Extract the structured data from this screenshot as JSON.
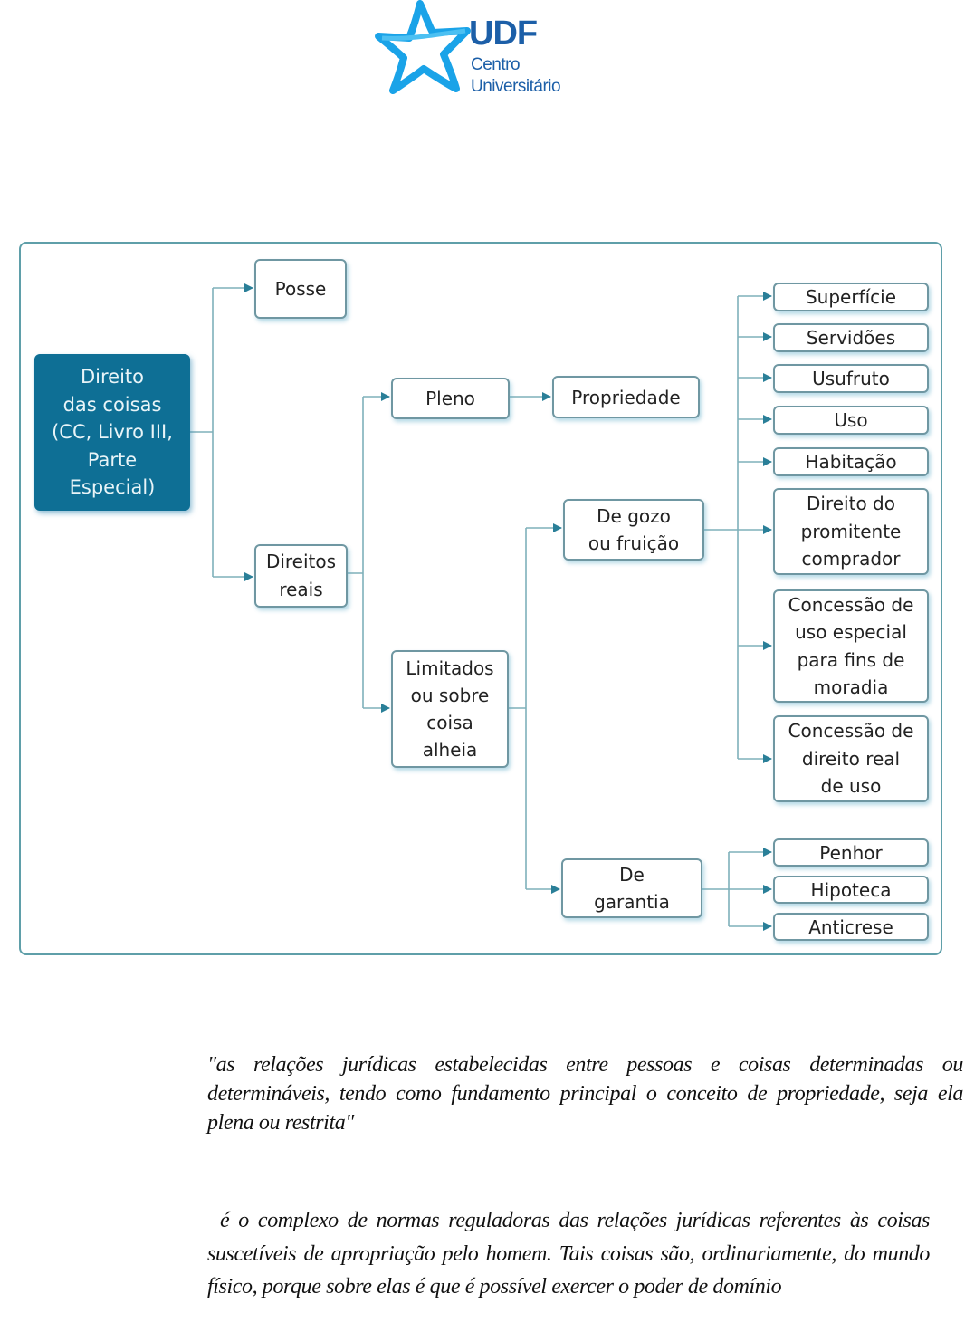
{
  "header": {
    "logo": {
      "icon": "star-icon",
      "brand": "UDF",
      "line1": "Centro",
      "line2": "Universitário",
      "brand_color": "#1c5fa8",
      "star_color": "#1aa3e8"
    }
  },
  "diagram": {
    "accent_color": "#0e6f95",
    "line_color": "#5f9fa9",
    "nodes": {
      "root": "Direito\ndas coisas\n(CC, Livro III,\nParte\nEspecial)",
      "posse": "Posse",
      "direitos_reais": "Direitos\nreais",
      "pleno": "Pleno",
      "propriedade": "Propriedade",
      "limitados": "Limitados\nou sobre\ncoisa\nalheia",
      "de_gozo": "De gozo\nou fruição",
      "de_garantia": "De\ngarantia",
      "gozo_items": [
        "Superfície",
        "Servidões",
        "Usufruto",
        "Uso",
        "Habitação",
        "Direito do\npromitente\ncomprador",
        "Concessão de\nuso especial\npara fins de\nmoradia",
        "Concessão de\ndireito real\nde uso"
      ],
      "garantia_items": [
        "Penhor",
        "Hipoteca",
        "Anticrese"
      ]
    },
    "edges": [
      [
        "root",
        "posse"
      ],
      [
        "root",
        "direitos_reais"
      ],
      [
        "direitos_reais",
        "pleno"
      ],
      [
        "direitos_reais",
        "limitados"
      ],
      [
        "pleno",
        "propriedade"
      ],
      [
        "limitados",
        "de_gozo"
      ],
      [
        "limitados",
        "de_garantia"
      ],
      [
        "de_gozo",
        "gozo_items"
      ],
      [
        "de_garantia",
        "garantia_items"
      ]
    ]
  },
  "text": {
    "quote": "\"as relações jurídicas estabelecidas entre pessoas e coisas determinadas ou determináveis, tendo como fundamento principal o conceito de propriedade, seja ela plena ou restrita\"",
    "definition": "é o complexo de normas reguladoras das relações jurídicas referentes às coisas suscetíveis de apropriação pelo homem. Tais coisas são, ordinariamente, do mundo físico, porque sobre elas é que é possível exercer o poder de domínio"
  }
}
